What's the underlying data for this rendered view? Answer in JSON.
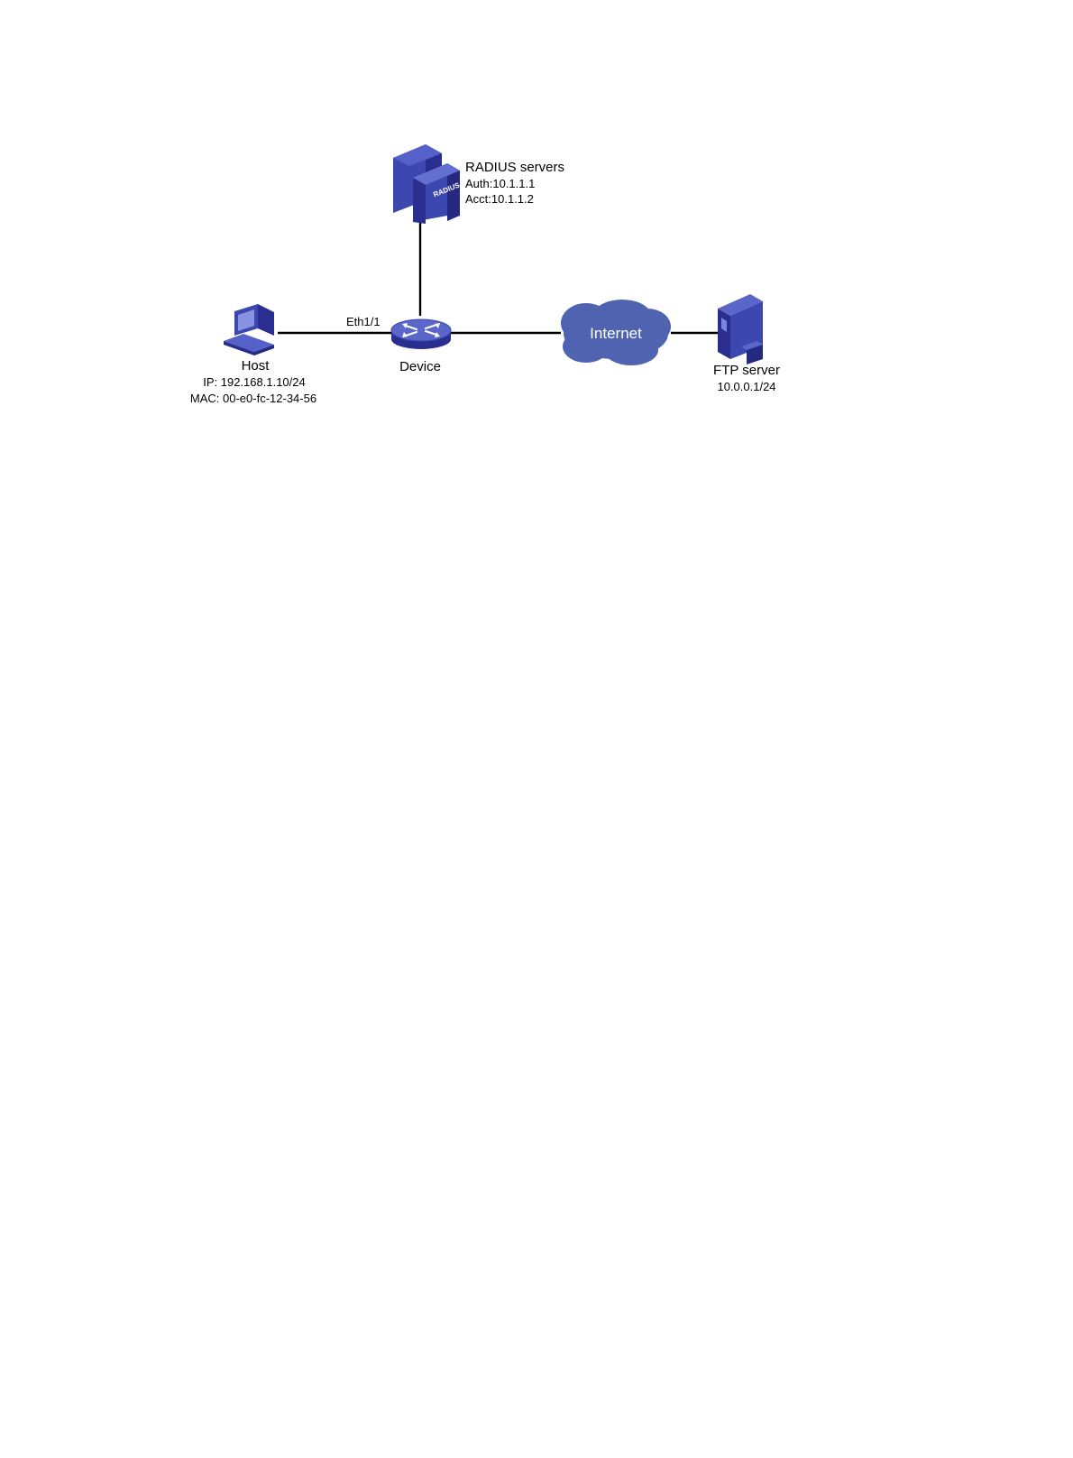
{
  "diagram": {
    "radius": {
      "title": "RADIUS servers",
      "auth": "Auth:10.1.1.1",
      "acct": "Acct:10.1.1.2",
      "badge": "RADIUS"
    },
    "host": {
      "name": "Host",
      "ip": "IP: 192.168.1.10/24",
      "mac": "MAC: 00-e0-fc-12-34-56"
    },
    "device": {
      "name": "Device",
      "port": "Eth1/1"
    },
    "internet": {
      "name": "Internet"
    },
    "ftp": {
      "name": "FTP server",
      "ip": "10.0.0.1/24"
    },
    "colors": {
      "device_dark": "#2a2f8f",
      "device_mid": "#3c47b0",
      "device_light": "#5560c8",
      "cloud": "#4f63b0",
      "link": "#000000"
    },
    "icons": {
      "radius": "radius-server-icon",
      "host": "computer-icon",
      "device": "switch-icon",
      "internet": "cloud-icon",
      "ftp": "ftp-server-icon"
    }
  }
}
